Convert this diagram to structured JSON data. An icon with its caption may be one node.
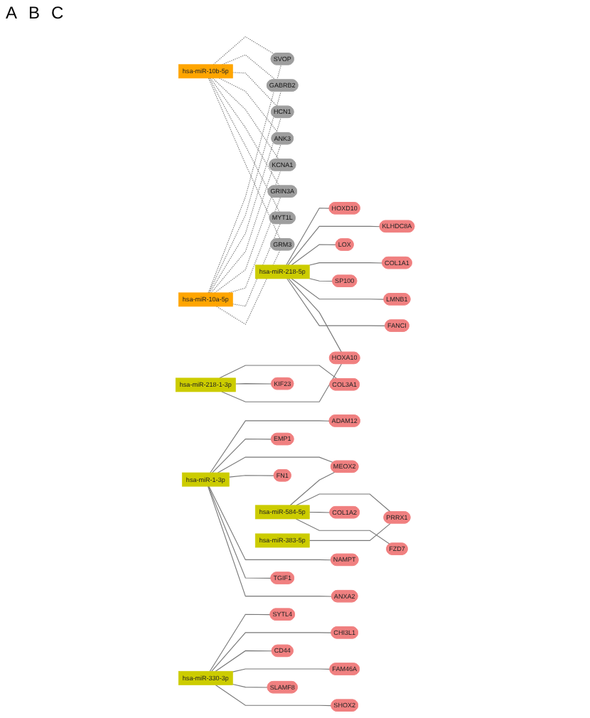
{
  "diagram": {
    "nodes": [
      {
        "text": [
          "hsa-miR-10a-5p"
        ]
      },
      {
        "text": [
          "hsa-miR-10b-5p"
        ]
      },
      {
        "text": [
          "GRM3"
        ]
      },
      {
        "text": [
          "MYT1L"
        ]
      },
      {
        "text": [
          "GRIN3A"
        ]
      },
      {
        "text": [
          "KCNA1"
        ]
      },
      {
        "text": [
          "ANK3"
        ]
      },
      {
        "text": [
          "HCN1"
        ]
      },
      {
        "text": [
          "GABRB2"
        ]
      },
      {
        "text": [
          "SVOP"
        ]
      },
      {
        "text": [
          "FANCI"
        ]
      },
      {
        "text": [
          "HOXA10"
        ]
      },
      {
        "text": [
          "LMNB1"
        ]
      },
      {
        "text": [
          "SP100"
        ]
      },
      {
        "text": [
          "hsa-miR-218-5p"
        ]
      },
      {
        "text": [
          "COL1A1"
        ]
      },
      {
        "text": [
          "LOX"
        ]
      },
      {
        "text": [
          "KLHDC8A"
        ]
      },
      {
        "text": [
          "HOXD10"
        ]
      },
      {
        "text": [
          "KIF23"
        ]
      },
      {
        "text": [
          "hsa-miR-218-1-3p"
        ]
      },
      {
        "text": [
          "COL3A1"
        ]
      },
      {
        "text": [
          "ANXA2"
        ]
      },
      {
        "text": [
          "TGIF1"
        ]
      },
      {
        "text": [
          "NAMPT"
        ]
      },
      {
        "text": [
          "hsa-miR-1-3p"
        ]
      },
      {
        "text": [
          "FN1"
        ]
      },
      {
        "text": [
          "MEOX2"
        ]
      },
      {
        "text": [
          "EMP1"
        ]
      },
      {
        "text": [
          "ADAM12"
        ]
      },
      {
        "text": [
          "SHOX2"
        ]
      },
      {
        "text": [
          "SLAMF8"
        ]
      },
      {
        "text": [
          "hsa-miR-330-3p"
        ]
      },
      {
        "text": [
          "FAM46A"
        ]
      },
      {
        "text": [
          "CD44"
        ]
      },
      {
        "text": [
          "CHI3L1"
        ]
      },
      {
        "text": [
          "SYTL4"
        ]
      },
      {
        "text": [
          "FZD7"
        ]
      },
      {
        "text": [
          "hsa-miR-584-5p"
        ]
      },
      {
        "text": [
          "COL1A2"
        ]
      },
      {
        "text": [
          "PRRX1"
        ]
      },
      {
        "text": [
          "hsa-miR-383-5p"
        ]
      }
    ],
    "edges": [
      {
        "from": 0,
        "to": 2,
        "arrow": "none",
        "style": "dashed"
      },
      {
        "from": 0,
        "to": 3,
        "arrow": "none",
        "style": "dashed"
      },
      {
        "from": 0,
        "to": 4,
        "arrow": "none",
        "style": "dashed"
      },
      {
        "from": 0,
        "to": 5,
        "arrow": "none",
        "style": "dashed"
      },
      {
        "from": 0,
        "to": 6,
        "arrow": "none",
        "style": "dashed"
      },
      {
        "from": 0,
        "to": 7,
        "arrow": "none",
        "style": "dashed"
      },
      {
        "from": 0,
        "to": 8,
        "arrow": "none",
        "style": "dashed"
      },
      {
        "from": 0,
        "to": 9,
        "arrow": "none",
        "style": "dashed"
      },
      {
        "from": 1,
        "to": 2,
        "arrow": "none",
        "style": "dashed"
      },
      {
        "from": 1,
        "to": 3,
        "arrow": "none",
        "style": "dashed"
      },
      {
        "from": 1,
        "to": 4,
        "arrow": "none",
        "style": "dashed"
      },
      {
        "from": 1,
        "to": 5,
        "arrow": "none",
        "style": "dashed"
      },
      {
        "from": 1,
        "to": 6,
        "arrow": "none",
        "style": "dashed"
      },
      {
        "from": 1,
        "to": 7,
        "arrow": "none",
        "style": "dashed"
      },
      {
        "from": 1,
        "to": 8,
        "arrow": "none",
        "style": "dashed"
      },
      {
        "from": 1,
        "to": 9,
        "arrow": "none",
        "style": "dashed"
      },
      {
        "from": 14,
        "to": 10,
        "arrow": "none"
      },
      {
        "from": 14,
        "to": 11,
        "arrow": "none"
      },
      {
        "from": 14,
        "to": 12,
        "arrow": "none"
      },
      {
        "from": 14,
        "to": 13,
        "arrow": "none"
      },
      {
        "from": 14,
        "to": 15,
        "arrow": "none"
      },
      {
        "from": 14,
        "to": 16,
        "arrow": "none"
      },
      {
        "from": 14,
        "to": 17,
        "arrow": "none"
      },
      {
        "from": 14,
        "to": 18,
        "arrow": "none"
      },
      {
        "from": 20,
        "to": 11,
        "arrow": "none"
      },
      {
        "from": 20,
        "to": 19,
        "arrow": "none"
      },
      {
        "from": 20,
        "to": 21,
        "arrow": "none"
      },
      {
        "from": 25,
        "to": 22,
        "arrow": "none"
      },
      {
        "from": 25,
        "to": 23,
        "arrow": "none"
      },
      {
        "from": 25,
        "to": 24,
        "arrow": "none"
      },
      {
        "from": 25,
        "to": 26,
        "arrow": "none"
      },
      {
        "from": 25,
        "to": 27,
        "arrow": "none"
      },
      {
        "from": 25,
        "to": 28,
        "arrow": "none"
      },
      {
        "from": 25,
        "to": 29,
        "arrow": "none"
      },
      {
        "from": 32,
        "to": 30,
        "arrow": "none"
      },
      {
        "from": 32,
        "to": 31,
        "arrow": "none"
      },
      {
        "from": 32,
        "to": 33,
        "arrow": "none"
      },
      {
        "from": 32,
        "to": 34,
        "arrow": "none"
      },
      {
        "from": 32,
        "to": 35,
        "arrow": "none"
      },
      {
        "from": 32,
        "to": 36,
        "arrow": "none"
      },
      {
        "from": 38,
        "to": 37,
        "arrow": "none"
      },
      {
        "from": 38,
        "to": 39,
        "arrow": "none"
      },
      {
        "from": 38,
        "to": 40,
        "arrow": "none"
      },
      {
        "from": 38,
        "to": 27,
        "arrow": "none"
      },
      {
        "from": 41,
        "to": 40,
        "arrow": "none"
      }
    ],
    "labels": [
      "A",
      "B",
      "C"
    ]
  }
}
